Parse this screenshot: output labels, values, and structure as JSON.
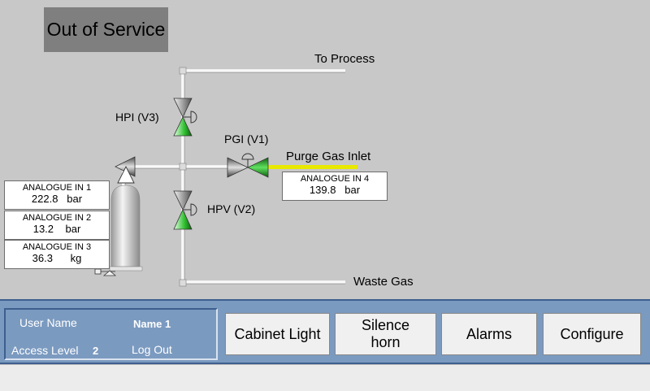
{
  "status": {
    "text": "Out of Service"
  },
  "labels": {
    "to_process": "To Process",
    "waste_gas": "Waste Gas",
    "purge_gas_inlet": "Purge Gas Inlet",
    "hpi": "HPI (V3)",
    "pgi": "PGI (V1)",
    "hpv": "HPV (V2)"
  },
  "analogue_inputs": [
    {
      "title": "ANALOGUE  IN 1",
      "value": "222.8",
      "unit": "bar"
    },
    {
      "title": "ANALOGUE  IN 2",
      "value": "13.2",
      "unit": "bar"
    },
    {
      "title": "ANALOGUE IN 3",
      "value": "36.3",
      "unit": "kg"
    },
    {
      "title": "ANALOGUE IN 4",
      "value": "139.8",
      "unit": "bar"
    }
  ],
  "user": {
    "user_name_label": "User Name",
    "user_name": "Name 1",
    "access_level_label": "Access Level",
    "access_level": "2",
    "logout": "Log Out"
  },
  "buttons": {
    "cabinet_light": "Cabinet Light",
    "silence_horn": "Silence horn",
    "alarms": "Alarms",
    "configure": "Configure"
  },
  "colors": {
    "valve_open": "#2fbf2f",
    "purge_line": "#e8e800",
    "panel_blue": "#7b9ac0"
  }
}
